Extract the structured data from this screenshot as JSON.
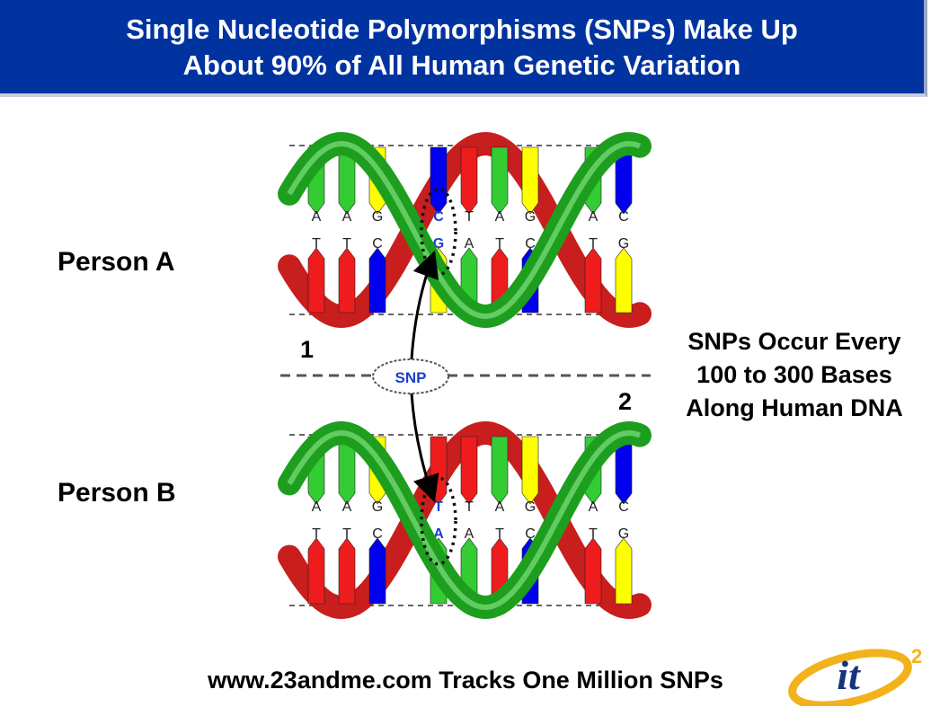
{
  "title": {
    "line1": "Single Nucleotide Polymorphisms (SNPs) Make Up",
    "line2": "About 90% of All Human Genetic Variation"
  },
  "persons": {
    "a": "Person A",
    "b": "Person B"
  },
  "snp_label": "SNP",
  "markers": {
    "one": "1",
    "two": "2"
  },
  "side_note": {
    "line1": "SNPs Occur Every",
    "line2": "100 to 300 Bases",
    "line3": "Along Human DNA"
  },
  "footer": "www.23andme.com Tracks One Million SNPs",
  "logo": {
    "text": "it",
    "superscript": "2"
  },
  "base_pairs_a": [
    {
      "top": "A",
      "bottom": "T"
    },
    {
      "top": "A",
      "bottom": "T"
    },
    {
      "top": "G",
      "bottom": "C"
    },
    {
      "top": "C",
      "bottom": "G"
    },
    {
      "top": "T",
      "bottom": "A"
    },
    {
      "top": "A",
      "bottom": "T"
    },
    {
      "top": "G",
      "bottom": "C"
    },
    {
      "top": "A",
      "bottom": "T"
    },
    {
      "top": "C",
      "bottom": "G"
    }
  ],
  "base_pairs_b": [
    {
      "top": "A",
      "bottom": "T"
    },
    {
      "top": "A",
      "bottom": "T"
    },
    {
      "top": "G",
      "bottom": "C"
    },
    {
      "top": "T",
      "bottom": "A"
    },
    {
      "top": "T",
      "bottom": "A"
    },
    {
      "top": "A",
      "bottom": "T"
    },
    {
      "top": "G",
      "bottom": "C"
    },
    {
      "top": "A",
      "bottom": "T"
    },
    {
      "top": "C",
      "bottom": "G"
    }
  ],
  "colors": {
    "title_bg": "#0033a0",
    "base_A": "#33cc33",
    "base_T": "#ee1c1c",
    "base_G": "#ffff00",
    "base_C": "#0000ee",
    "strand_green": "#1e9e1e",
    "strand_red": "#c81e1e",
    "snp_text": "#1a3fcf"
  }
}
